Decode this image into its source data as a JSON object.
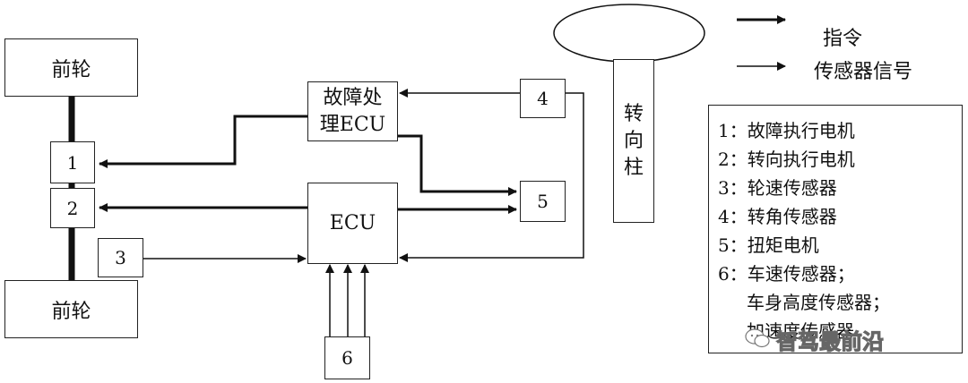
{
  "front_wheel_top": "前轮",
  "front_wheel_bottom": "前轮",
  "fault_ecu_line1": "故障处",
  "fault_ecu_line2": "理ECU",
  "ecu": "ECU",
  "steering_column": [
    "转",
    "向",
    "柱"
  ],
  "boxes": {
    "b1": "1",
    "b2": "2",
    "b3": "3",
    "b4": "4",
    "b5": "5",
    "b6": "6"
  },
  "top_legend": {
    "command": "指令",
    "sensor_signal": "传感器信号"
  },
  "legend_items": [
    "1：故障执行电机",
    "2：转向执行电机",
    "3：轮速传感器",
    "4：转角传感器",
    "5：扭矩电机",
    "6：车速传感器；",
    "车身高度传感器；",
    "加速度传感器"
  ],
  "watermark": "智驾最前沿"
}
